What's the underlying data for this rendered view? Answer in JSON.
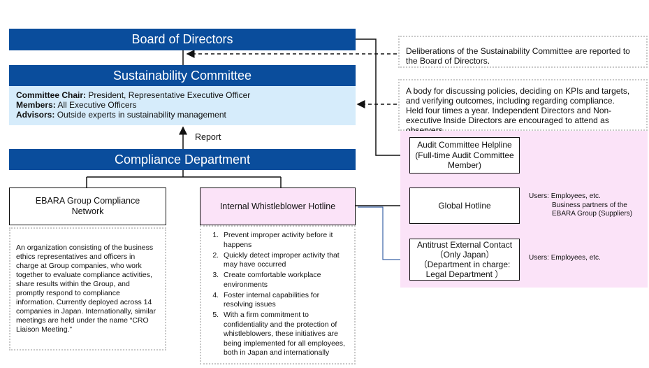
{
  "board": {
    "title": "Board of Directors"
  },
  "committee": {
    "title": "Sustainability Committee",
    "chair_label": "Committee Chair:",
    "chair_value": " President, Representative Executive Officer",
    "members_label": "Members:",
    "members_value": " All Executive Officers",
    "advisors_label": "Advisors:",
    "advisors_value": " Outside experts in sustainability management"
  },
  "report_label": "Report",
  "compliance": {
    "title": "Compliance Department"
  },
  "network": {
    "title": "EBARA Group Compliance Network",
    "description": "An organization consisting of the business ethics representatives and officers in charge at Group companies, who work together to evaluate compliance activities, share results within the Group, and promptly respond to compliance information. Currently deployed across 14 companies in Japan. Internationally, similar meetings are held under the name “CRO Liaison Meeting.”"
  },
  "hotline": {
    "title": "Internal Whistleblower Hotline",
    "items": [
      "Prevent improper activity before it happens",
      "Quickly detect improper activity that may have occurred",
      "Create comfortable workplace environments",
      "Foster internal capabilities for resolving issues",
      "With a firm commitment to confidentiality and the protection of whistleblowers, these initiatives are being implemented for all employees, both in Japan and internationally"
    ]
  },
  "notes": {
    "board_note": "Deliberations of the Sustainability Committee are reported to the Board of Directors.",
    "committee_note_1": "A body for discussing policies, deciding on KPIs and targets, and verifying outcomes, including regarding compliance.",
    "committee_note_2": "Held four times a year. Independent Directors and Non-executive Inside Directors are encouraged to attend as observers."
  },
  "audit": {
    "line1": "Audit Committee Helpline",
    "line2": "(Full-time Audit Committee Member)"
  },
  "global": {
    "title": "Global Hotline",
    "users_label": "Users:",
    "users_line1": "Employees, etc.",
    "users_line2": "Business partners of the EBARA Group (Suppliers)"
  },
  "antitrust": {
    "line1": "Antitrust External Contact",
    "line2": "（Only Japan）",
    "line3": "（Department in charge:",
    "line4": "Legal Department ）",
    "users_label": "Users:",
    "users_value": "Employees, etc."
  },
  "colors": {
    "bar_blue": "#0a4d9c",
    "light_blue": "#d6ecfb",
    "pink": "#fbe3f8",
    "connector_blue": "#3a63a8"
  }
}
